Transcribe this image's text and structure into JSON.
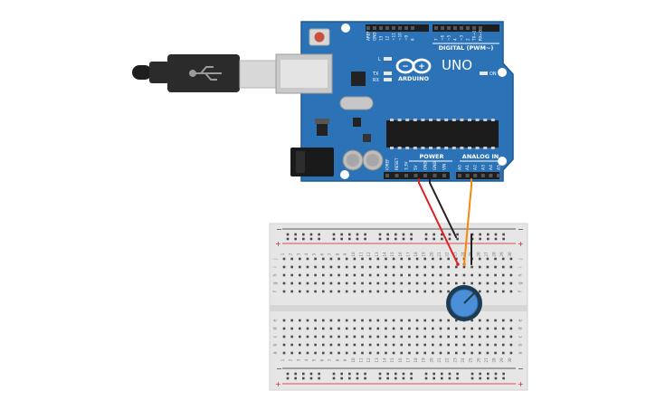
{
  "board": {
    "brand": "ARDUINO",
    "model": "UNO",
    "digital_header_label": "DIGITAL (PWM~)",
    "power_label": "POWER",
    "analog_label": "ANALOG IN",
    "on_label": "ON",
    "l_label": "L",
    "tx_label": "TX",
    "rx_label": "RX",
    "digital_pins": [
      "AREF",
      "GND",
      "13",
      "12",
      "~11",
      "~10",
      "~9",
      "8",
      "7",
      "~6",
      "~5",
      "4",
      "~3",
      "2",
      "TX→1",
      "RX←0"
    ],
    "power_pins": [
      "IOREF",
      "RESET",
      "3.3V",
      "5V",
      "GND",
      "GND",
      "VIN"
    ],
    "analog_pins": [
      "A0",
      "A1",
      "A2",
      "A3",
      "A4",
      "A5"
    ]
  },
  "breadboard": {
    "columns": 30,
    "rows_top": [
      "j",
      "i",
      "h",
      "g",
      "f"
    ],
    "rows_bottom": [
      "e",
      "d",
      "c",
      "b",
      "a"
    ],
    "rail_plus": "+",
    "rail_minus": "−"
  },
  "wires": [
    {
      "name": "5V to breadboard",
      "color": "#e02020"
    },
    {
      "name": "GND to breadboard",
      "color": "#222222"
    },
    {
      "name": "A0 to breadboard",
      "color": "#f08a10"
    }
  ],
  "colors": {
    "board": "#2b73b6",
    "board_edge": "#1f5a92",
    "breadboard": "#e6e6e6",
    "knob": "#4a8fd8",
    "usb_body": "#2b2b2b",
    "usb_plug": "#d0d0d0"
  }
}
